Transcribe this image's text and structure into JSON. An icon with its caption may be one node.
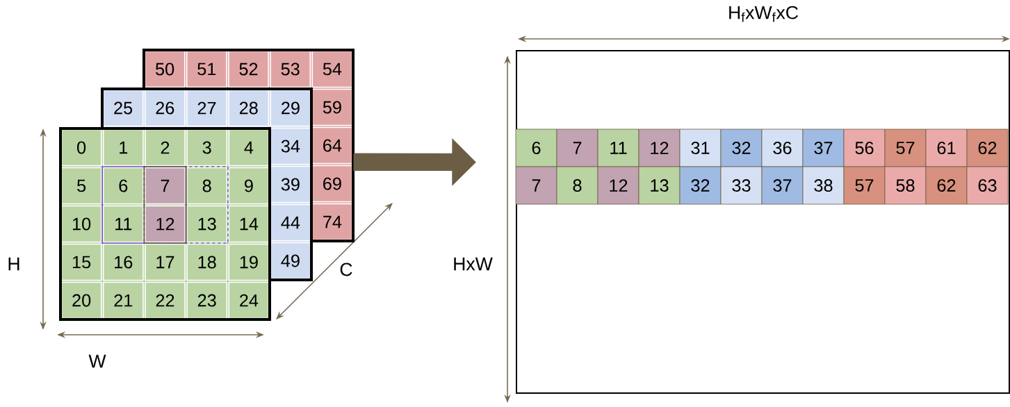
{
  "diagram": {
    "nodes": [
      {
        "text": [
          "50",
          "51",
          "52",
          "53",
          "54",
          "25",
          "26",
          "27",
          "28",
          "29",
          "59",
          "0",
          "1",
          "2",
          "3",
          "4",
          "34",
          "64",
          "5",
          "6",
          "7",
          "8",
          "9",
          "39",
          "69",
          "10",
          "11",
          "12",
          "13",
          "14",
          "44",
          "74",
          "15",
          "16",
          "17",
          "18",
          "19",
          "49",
          "20",
          "21",
          "22",
          "23",
          "24"
        ]
      },
      {
        "text": [
          "6",
          "7",
          "11",
          "12",
          "31",
          "32",
          "36",
          "37",
          "56",
          "57",
          "61",
          "62",
          "7",
          "8",
          "12",
          "13",
          "32",
          "33",
          "37",
          "38",
          "57",
          "58",
          "62",
          "63"
        ]
      }
    ],
    "edges": [
      {
        "from": 0,
        "to": 1,
        "arrow": "to"
      }
    ],
    "labels": [
      "H",
      "W",
      "C",
      "HxW",
      "H$_{f}$xW$_{f}$xC"
    ]
  }
}
